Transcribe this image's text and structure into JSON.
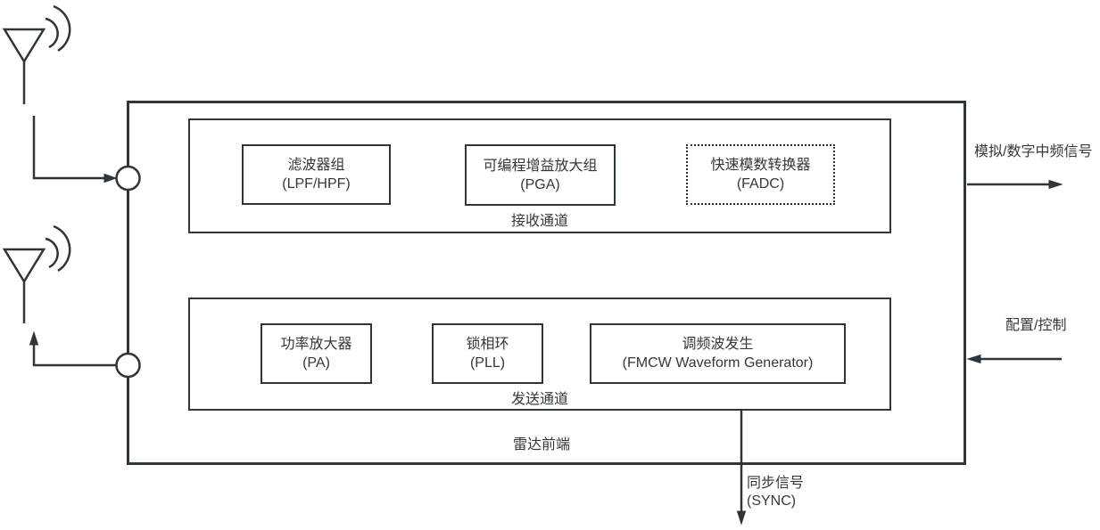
{
  "colors": {
    "stroke": "#2e353b",
    "text": "#33383c",
    "background": "#ffffff"
  },
  "outer": {
    "label": "雷达前端"
  },
  "rx_channel": {
    "label": "接收通道",
    "blocks": [
      {
        "name": "滤波器组",
        "sub": "(LPF/HPF)"
      },
      {
        "name": "可编程增益放大组",
        "sub": "(PGA)"
      },
      {
        "name": "快速模数转换器",
        "sub": "(FADC)"
      }
    ]
  },
  "tx_channel": {
    "label": "发送通道",
    "blocks": [
      {
        "name": "功率放大器",
        "sub": "(PA)"
      },
      {
        "name": "锁相环",
        "sub": "(PLL)"
      },
      {
        "name": "调频波发生",
        "sub": "(FMCW Waveform Generator)"
      }
    ]
  },
  "signals": {
    "if_out": "模拟/数字中频信号",
    "config_in": "配置/控制",
    "sync_line1": "同步信号",
    "sync_line2": "(SYNC)"
  },
  "icons": {
    "rx_antenna": "antenna-with-waves",
    "tx_antenna": "antenna-with-waves",
    "rx_port": "circle-port",
    "tx_port": "circle-port"
  }
}
